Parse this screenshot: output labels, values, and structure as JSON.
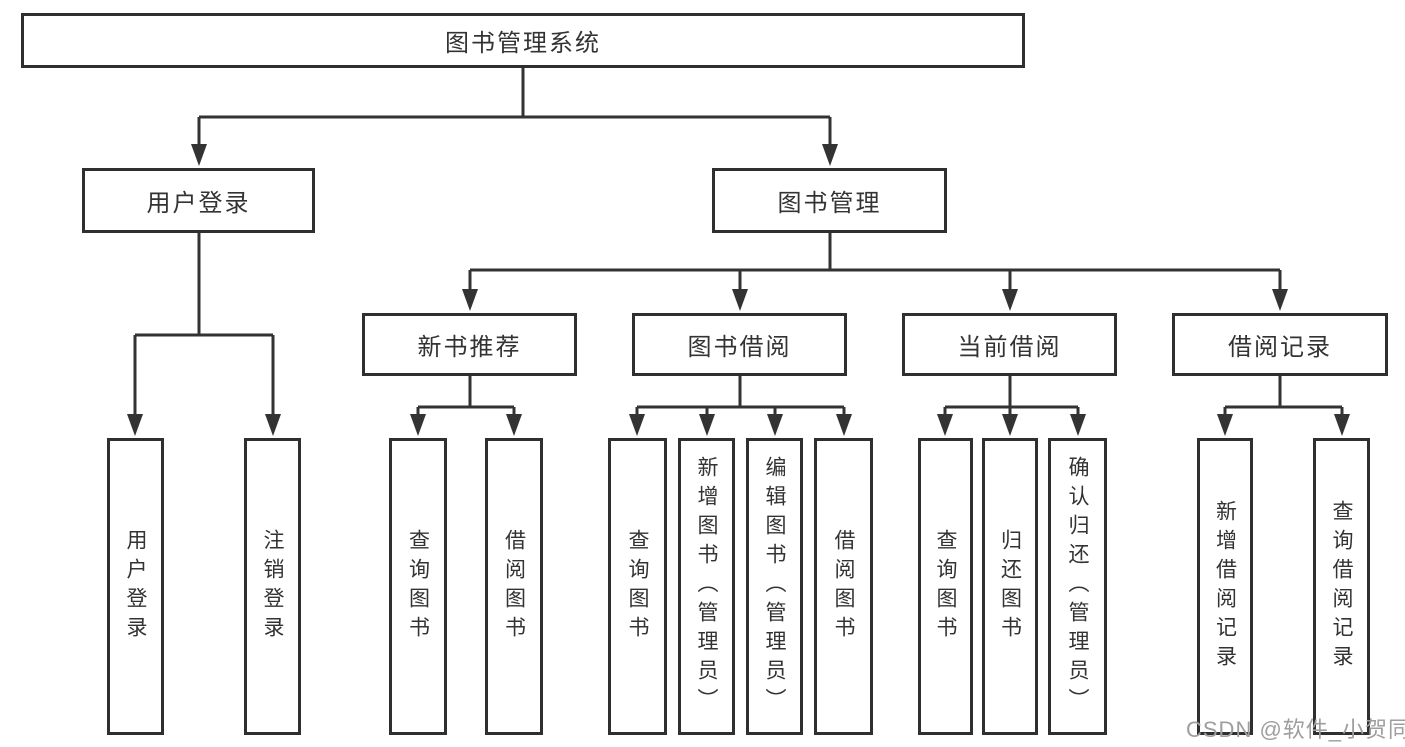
{
  "diagram": {
    "root": {
      "label": "图书管理系统"
    },
    "level2": [
      {
        "label": "用户登录"
      },
      {
        "label": "图书管理"
      }
    ],
    "level3": [
      {
        "label": "新书推荐"
      },
      {
        "label": "图书借阅"
      },
      {
        "label": "当前借阅"
      },
      {
        "label": "借阅记录"
      }
    ],
    "leaves": {
      "user_login": [
        {
          "label": "用户登录"
        },
        {
          "label": "注销登录"
        }
      ],
      "new_books": [
        {
          "label": "查询图书"
        },
        {
          "label": "借阅图书"
        }
      ],
      "borrowing": [
        {
          "label": "查询图书"
        },
        {
          "label": "新增图书（管理员）"
        },
        {
          "label": "编辑图书（管理员）"
        },
        {
          "label": "借阅图书"
        }
      ],
      "current": [
        {
          "label": "查询图书"
        },
        {
          "label": "归还图书"
        },
        {
          "label": "确认归还（管理员）"
        }
      ],
      "records": [
        {
          "label": "新增借阅记录"
        },
        {
          "label": "查询借阅记录"
        }
      ]
    }
  },
  "watermark": "CSDN @软件_小贺同学",
  "colors": {
    "line": "#333333",
    "text": "#333333",
    "background": "#ffffff",
    "watermark": "#9e9e9e"
  }
}
